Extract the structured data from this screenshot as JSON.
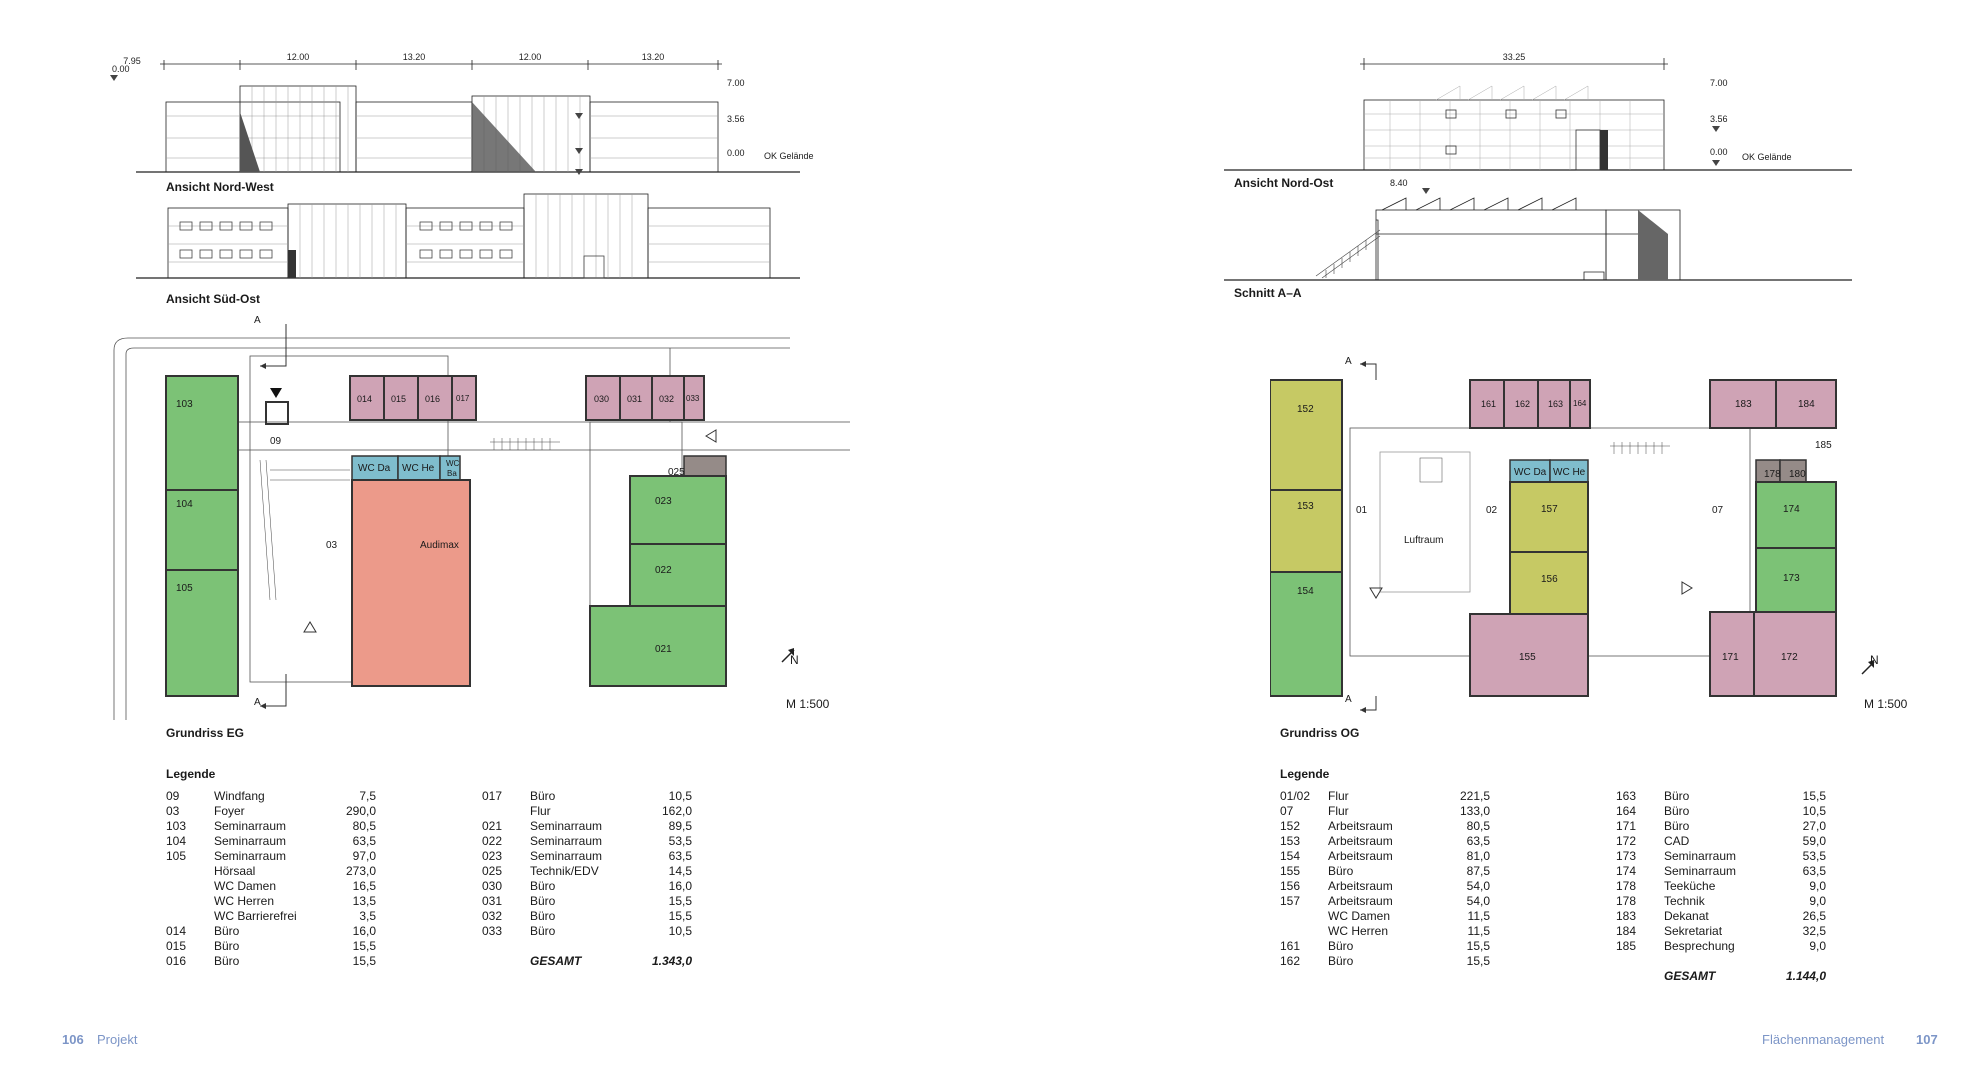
{
  "left": {
    "elev1": {
      "title": "Ansicht Nord-West",
      "dims": [
        "7.95",
        "12.00",
        "13.20",
        "12.00",
        "13.20"
      ],
      "level_left": "0.00",
      "levels": [
        "7.00",
        "3.56",
        "0.00"
      ],
      "ground": "OK Gelände"
    },
    "elev2": {
      "title": "Ansicht Süd-Ost"
    },
    "plan": {
      "title": "Grundriss EG",
      "north": "N",
      "scale": "M 1:500",
      "rooms": {
        "r103": "103",
        "r104": "104",
        "r105": "105",
        "r014": "014",
        "r015": "015",
        "r016": "016",
        "r017": "017",
        "r030": "030",
        "r031": "031",
        "r032": "032",
        "r033": "033",
        "r025": "025",
        "r023": "023",
        "r022": "022",
        "r021": "021",
        "wcda": "WC Da",
        "wche": "WC He",
        "wcb1": "WC",
        "wcb2": "Ba",
        "aud": "Audimax",
        "r09": "09",
        "r03": "03"
      },
      "section_mark": "A"
    },
    "legend": {
      "title": "Legende",
      "col1": [
        [
          "09",
          "Windfang",
          "7,5"
        ],
        [
          "03",
          "Foyer",
          "290,0"
        ],
        [
          "103",
          "Seminarraum",
          "80,5"
        ],
        [
          "104",
          "Seminarraum",
          "63,5"
        ],
        [
          "105",
          "Seminarraum",
          "97,0"
        ],
        [
          "",
          "Hörsaal",
          "273,0"
        ],
        [
          "",
          "WC Damen",
          "16,5"
        ],
        [
          "",
          "WC Herren",
          "13,5"
        ],
        [
          "",
          "WC Barrierefrei",
          "3,5"
        ],
        [
          "014",
          "Büro",
          "16,0"
        ],
        [
          "015",
          "Büro",
          "15,5"
        ],
        [
          "016",
          "Büro",
          "15,5"
        ]
      ],
      "col2": [
        [
          "017",
          "Büro",
          "10,5"
        ],
        [
          "",
          "Flur",
          "162,0"
        ],
        [
          "021",
          "Seminarraum",
          "89,5"
        ],
        [
          "022",
          "Seminarraum",
          "53,5"
        ],
        [
          "023",
          "Seminarraum",
          "63,5"
        ],
        [
          "025",
          "Technik/EDV",
          "14,5"
        ],
        [
          "030",
          "Büro",
          "16,0"
        ],
        [
          "031",
          "Büro",
          "15,5"
        ],
        [
          "032",
          "Büro",
          "15,5"
        ],
        [
          "033",
          "Büro",
          "10,5"
        ]
      ],
      "total_label": "GESAMT",
      "total_value": "1.343,0"
    },
    "page_num": "106",
    "page_label": "Projekt"
  },
  "right": {
    "elev1": {
      "title": "Ansicht Nord-Ost",
      "dim": "33.25",
      "levels": [
        "7.00",
        "3.56",
        "0.00"
      ],
      "ground": "OK Gelände"
    },
    "sect": {
      "title": "Schnitt A–A",
      "level": "8.40"
    },
    "plan": {
      "title": "Grundriss OG",
      "north": "N",
      "scale": "M 1:500",
      "rooms": {
        "r152": "152",
        "r153": "153",
        "r154": "154",
        "r161": "161",
        "r162": "162",
        "r163": "163",
        "r164": "164",
        "r183": "183",
        "r184": "184",
        "r185": "185",
        "r178": "178",
        "r180": "180",
        "wcda": "WC Da",
        "wche": "WC He",
        "r157": "157",
        "r156": "156",
        "r155": "155",
        "r174": "174",
        "r173": "173",
        "r171": "171",
        "r172": "172",
        "luft": "Luftraum",
        "r01": "01",
        "r02": "02",
        "r07": "07"
      },
      "section_mark": "A"
    },
    "legend": {
      "title": "Legende",
      "col1": [
        [
          "01/02",
          "Flur",
          "221,5"
        ],
        [
          "07",
          "Flur",
          "133,0"
        ],
        [
          "152",
          "Arbeitsraum",
          "80,5"
        ],
        [
          "153",
          "Arbeitsraum",
          "63,5"
        ],
        [
          "154",
          "Arbeitsraum",
          "81,0"
        ],
        [
          "155",
          "Büro",
          "87,5"
        ],
        [
          "156",
          "Arbeitsraum",
          "54,0"
        ],
        [
          "157",
          "Arbeitsraum",
          "54,0"
        ],
        [
          "",
          "WC Damen",
          "11,5"
        ],
        [
          "",
          "WC Herren",
          "11,5"
        ],
        [
          "161",
          "Büro",
          "15,5"
        ],
        [
          "162",
          "Büro",
          "15,5"
        ]
      ],
      "col2": [
        [
          "163",
          "Büro",
          "15,5"
        ],
        [
          "164",
          "Büro",
          "10,5"
        ],
        [
          "171",
          "Büro",
          "27,0"
        ],
        [
          "172",
          "CAD",
          "59,0"
        ],
        [
          "173",
          "Seminarraum",
          "53,5"
        ],
        [
          "174",
          "Seminarraum",
          "63,5"
        ],
        [
          "178",
          "Teeküche",
          "9,0"
        ],
        [
          "178",
          "Technik",
          "9,0"
        ],
        [
          "183",
          "Dekanat",
          "26,5"
        ],
        [
          "184",
          "Sekretariat",
          "32,5"
        ],
        [
          "185",
          "Besprechung",
          "9,0"
        ]
      ],
      "total_label": "GESAMT",
      "total_value": "1.144,0"
    },
    "page_num": "107",
    "page_label": "Flächenmanagement"
  },
  "colors": {
    "green": "#7cc276",
    "pink": "#cfa3b5",
    "blue": "#7fbdcd",
    "salmon": "#ec9a8a",
    "olive": "#c6c964",
    "grey": "#958b88",
    "footer": "#7c95c7"
  }
}
